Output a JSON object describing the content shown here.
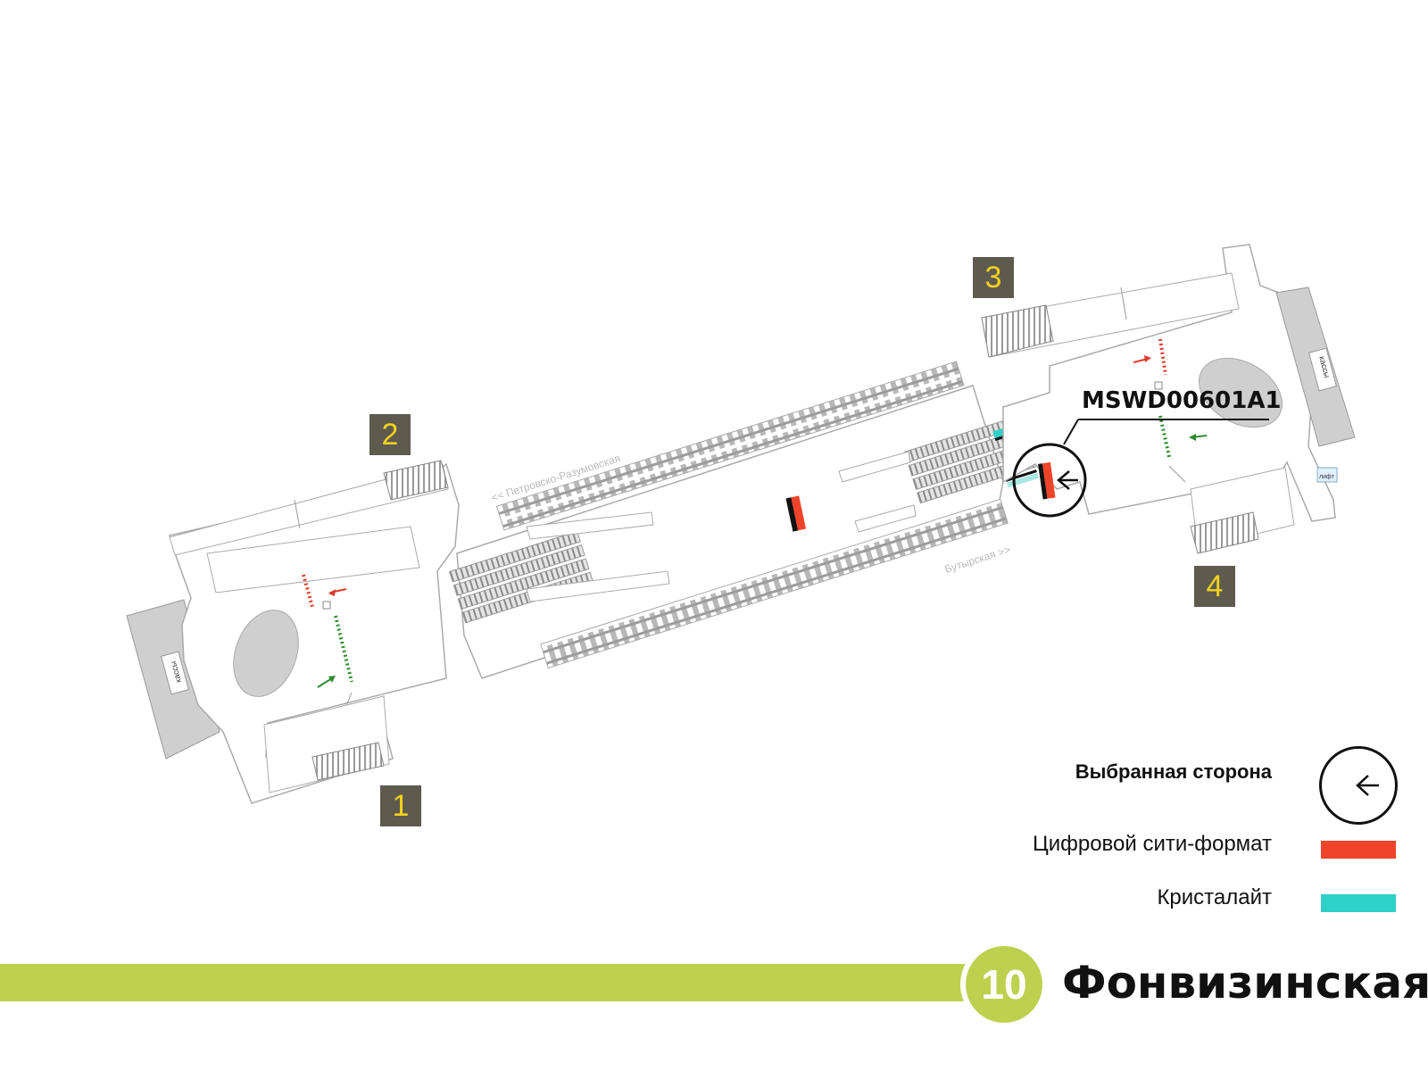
{
  "station": {
    "name": "Фонвизинская",
    "line_number": "10",
    "line_color": "#bdd14f"
  },
  "placement": {
    "code": "MSWD00601A1",
    "arrow_icon": "arrow-left-icon"
  },
  "exits": [
    "1",
    "2",
    "3",
    "4"
  ],
  "map_labels": {
    "direction_top": "<< Петровско-Разумовская",
    "direction_bottom": "Бутырская >>",
    "tickets_left": "кассы",
    "tickets_right": "кассы",
    "elevator": "лифт"
  },
  "legend": {
    "selected_side": "Выбранная сторона",
    "digital_city_format": "Цифровой сити-формат",
    "crystal_light": "Кристалайт",
    "digital_color": "#f0442a",
    "crystal_color": "#2fd0c8"
  }
}
